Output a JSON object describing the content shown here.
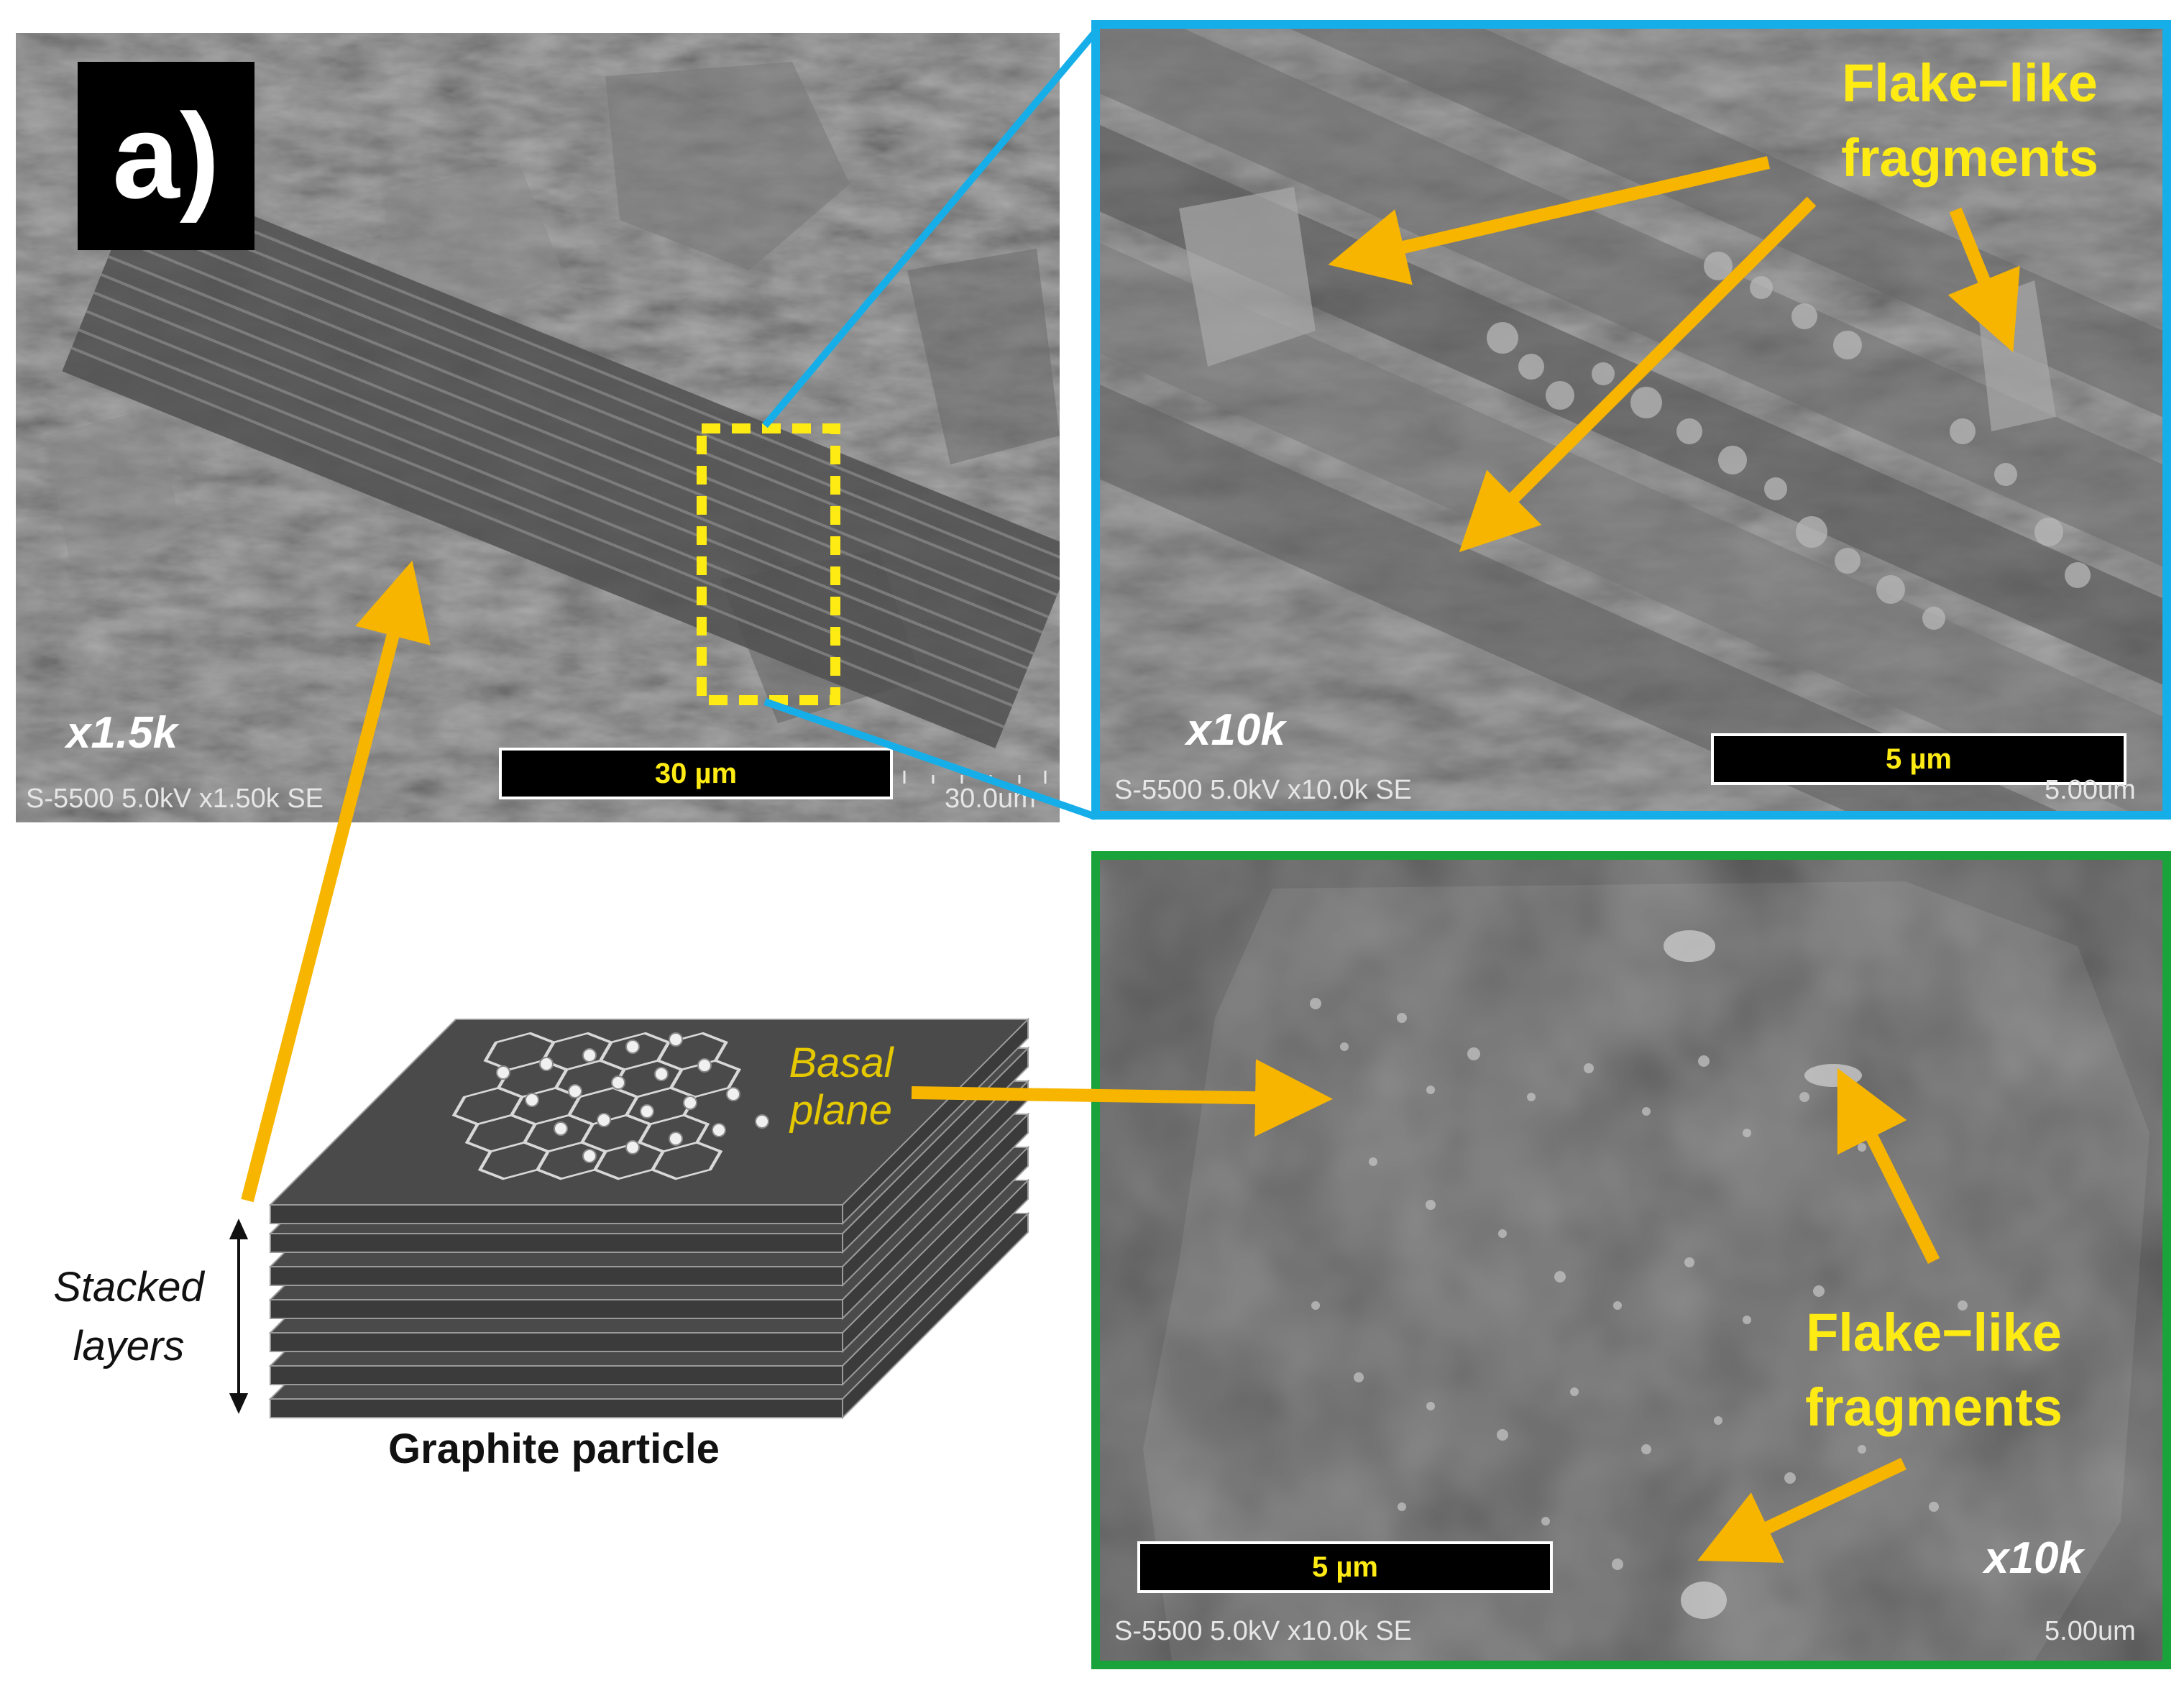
{
  "panel_label": "a)",
  "colors": {
    "arrow": "#f7b500",
    "blue_frame": "#16aee8",
    "green_frame": "#1aa33a",
    "highlight_box": "#ffeb14",
    "annotation_text": "#ffeb14"
  },
  "micrographs": {
    "low_mag": {
      "magnification": "x1.5k",
      "scale_bar": "30 µm",
      "footer_left": "S-5500 5.0kV x1.50k SE",
      "footer_right": "30.0um"
    },
    "high_mag_top": {
      "magnification": "x10k",
      "scale_bar": "5 µm",
      "footer_left": "S-5500 5.0kV x10.0k SE",
      "footer_right": "5.00um",
      "annotation_line1": "Flake−like",
      "annotation_line2": "fragments"
    },
    "high_mag_bottom": {
      "magnification": "x10k",
      "scale_bar": "5 µm",
      "footer_left": "S-5500 5.0kV x10.0k SE",
      "footer_right": "5.00um",
      "annotation_line1": "Flake−like",
      "annotation_line2": "fragments"
    }
  },
  "schematic": {
    "basal_line1": "Basal",
    "basal_line2": "plane",
    "stacked_line1": "Stacked",
    "stacked_line2": "layers",
    "caption": "Graphite particle"
  }
}
